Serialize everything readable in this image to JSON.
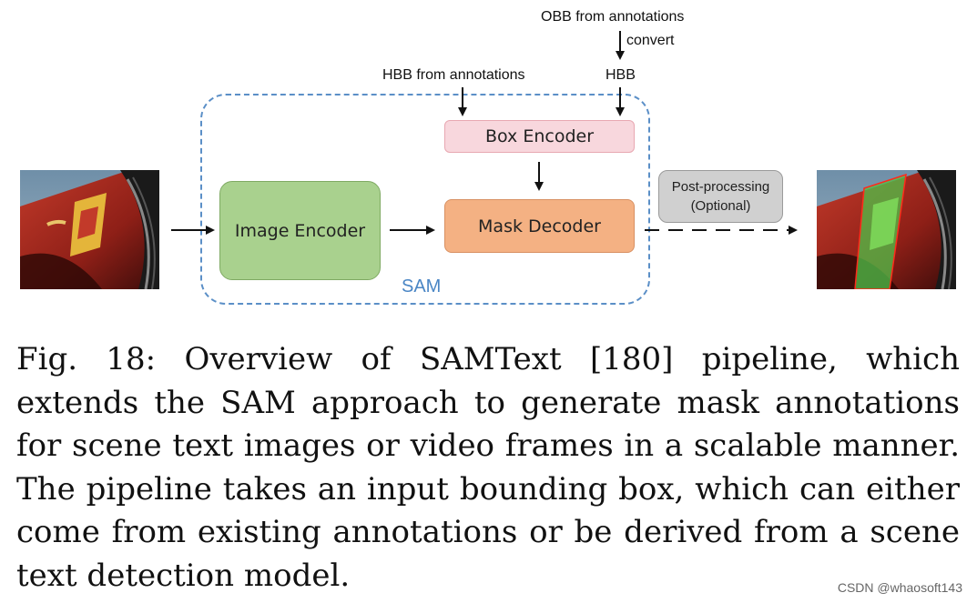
{
  "diagram": {
    "obb_label": "OBB from annotations",
    "convert_label": "convert",
    "hbb_from_annotations_label": "HBB from annotations",
    "hbb_label": "HBB",
    "box_encoder_label": "Box Encoder",
    "image_encoder_label": "Image Encoder",
    "mask_decoder_label": "Mask Decoder",
    "post_processing_label": "Post-processing",
    "optional_label": "(Optional)",
    "sam_label": "SAM",
    "colors": {
      "image_encoder_fill": "#a9d18e",
      "mask_decoder_fill": "#f4b183",
      "box_encoder_fill": "#f8d7dd",
      "post_processing_fill": "#d0d0d0",
      "sam_border": "#5b8fc7",
      "sam_text": "#4a86c5"
    }
  },
  "caption": {
    "text": "Fig. 18: Overview of SAMText [180] pipeline, which extends the SAM approach to generate mask annotations for scene text images or video frames in a scalable manner. The pipeline takes an input bounding box, which can either come from existing annotations or be derived from a scene text detection model."
  },
  "watermark": "CSDN @whaosoft143"
}
